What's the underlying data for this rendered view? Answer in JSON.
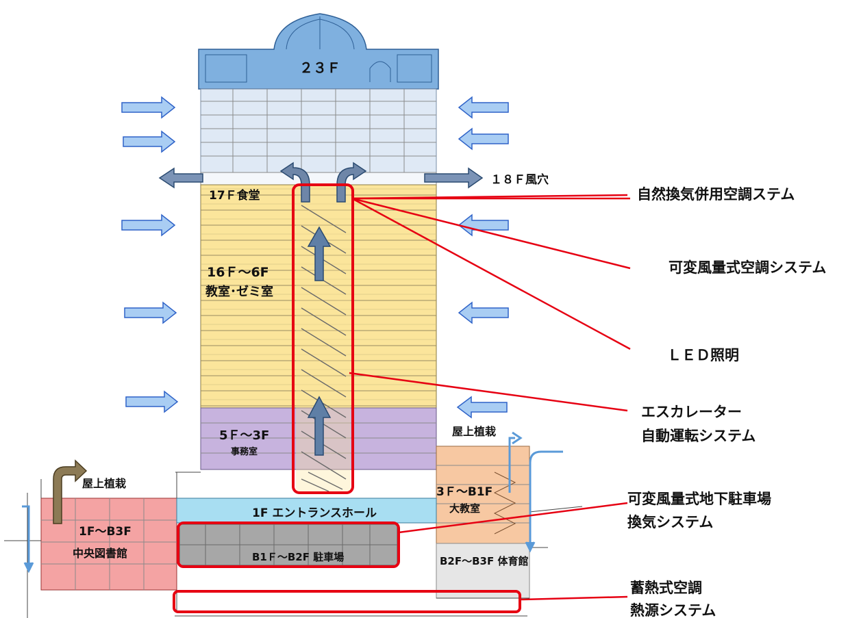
{
  "zones": {
    "f23": "２３Ｆ",
    "f18": "１８Ｆ風穴",
    "f17": "17Ｆ食堂",
    "f16_6_a": "16Ｆ～6F",
    "f16_6_b": "教室･ゼミ室",
    "f5_3_a": "5Ｆ～3F",
    "f5_3_b": "事務室",
    "rooftop_right": "屋上植栽",
    "rooftop_left": "屋上植栽",
    "f3_b1_a": "3Ｆ～B1F",
    "f3_b1_b": "大教室",
    "library_a": "1F～B3F",
    "library_b": "中央図書館",
    "entrance": "1F エントランスホール",
    "parking": "B1Ｆ～B2F 駐車場",
    "gym": "B2F～B3F 体育館"
  },
  "callouts": {
    "natural_ventilation": "自然換気併用空調ステム",
    "vav": "可変風量式空調システム",
    "led": "ＬＥＤ照明",
    "escalator_a": "エスカレーター",
    "escalator_b": "自動運転システム",
    "parking_vent_a": "可変風量式地下駐車場",
    "parking_vent_b": "換気システム",
    "thermal_a": "蓄熱式空調",
    "thermal_b": "熱源システム"
  },
  "colors": {
    "crown_blue": "#7fb0df",
    "upper_pale": "#dfe9f5",
    "yellow_floors": "#fbe59b",
    "purple_floors": "#c7b3de",
    "orange_block": "#f7c8a2",
    "red_library": "#f4a3a3",
    "cyan_entrance": "#a8def2",
    "gray_parking": "#a7a7a7",
    "gym_gray": "#e6e6e6",
    "highlight_red": "#e60012",
    "wind_arrow": "#a9cdf3",
    "exhaust_arrow": "#6e86a8"
  }
}
